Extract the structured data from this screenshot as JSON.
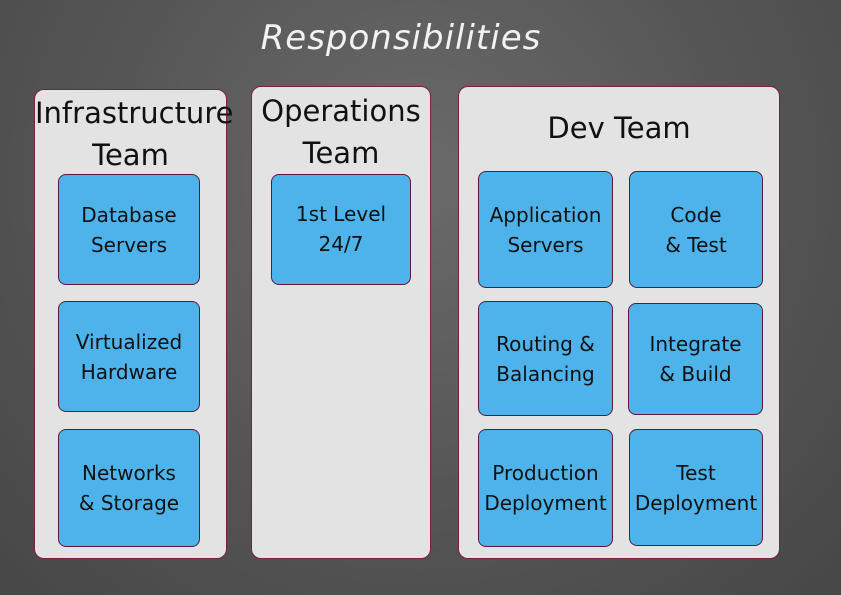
{
  "title": "Responsibilities",
  "panels": {
    "infrastructure": {
      "title": "Infrastructure\nTeam",
      "items": [
        "Database\nServers",
        "Virtualized\nHardware",
        "Networks\n& Storage"
      ]
    },
    "operations": {
      "title": "Operations\nTeam",
      "items": [
        "1st Level\n24/7"
      ]
    },
    "dev": {
      "title": "Dev Team",
      "items": [
        "Application\nServers",
        "Code\n& Test",
        "Routing &\nBalancing",
        "Integrate\n& Build",
        "Production\nDeployment",
        "Test\nDeployment"
      ]
    }
  },
  "colors": {
    "box_fill": "#4eb3ea",
    "panel_fill": "#e3e3e3",
    "border": "#7a2040",
    "background": "#555555"
  }
}
